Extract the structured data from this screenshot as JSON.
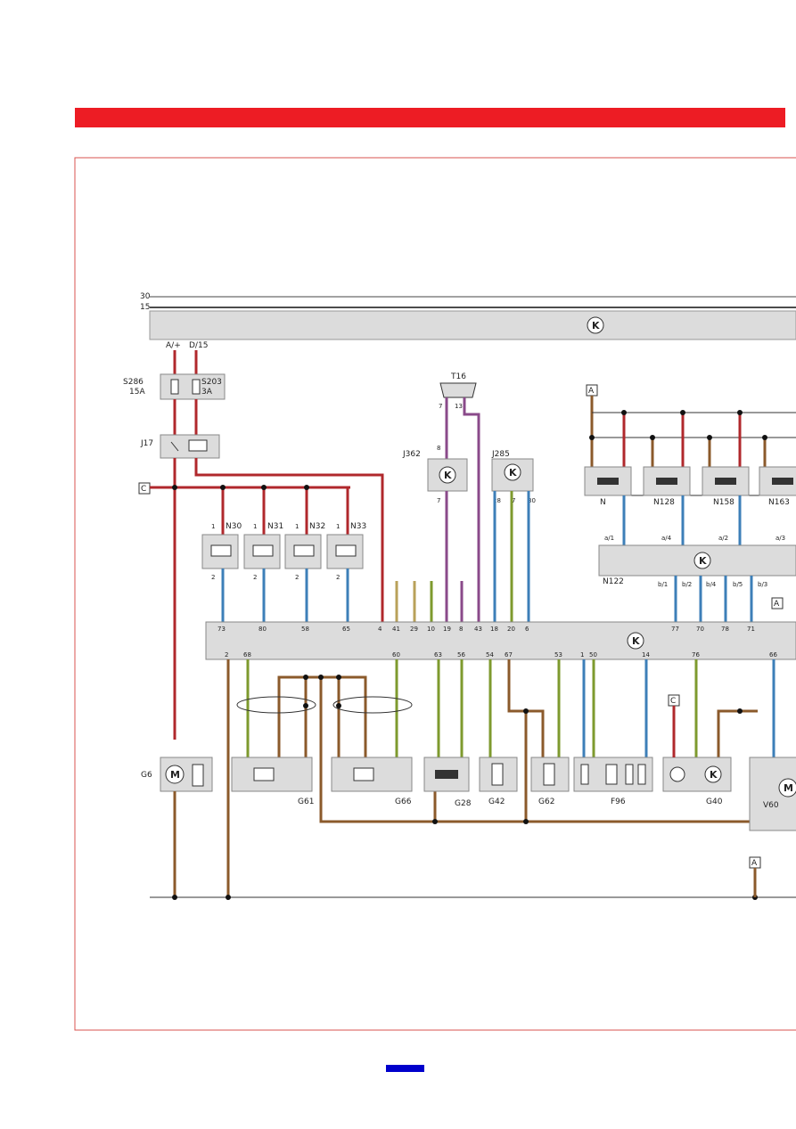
{
  "colors": {
    "header_bar": "#ed1c24",
    "frame": "#d9534f",
    "page_badge": "#0000cc",
    "wire_red": "#b0282c",
    "wire_brown": "#8b5a2b",
    "wire_blue": "#3d7fb8",
    "wire_green": "#7e9a2e",
    "wire_violet": "#8a4a8a",
    "wire_olive": "#b9a15a",
    "component_fill": "#dcdcdc"
  },
  "diagram": {
    "rail_30": "30",
    "rail_15": "15",
    "k_symbol": "K",
    "supply_a": "A/+",
    "supply_d": "D/15",
    "fuse_1": "S286",
    "fuse_1_rating": "15A",
    "fuse_2": "S203",
    "fuse_2_rating": "3A",
    "relay": "J17",
    "connector_c": "C",
    "connector_a": "A",
    "diag_plug": "T16",
    "unit_j362": "J362",
    "unit_j285": "J285",
    "injectors": [
      "N30",
      "N31",
      "N32",
      "N33"
    ],
    "injector_pins_top": [
      "1",
      "1",
      "1",
      "1"
    ],
    "injector_pins_bottom": [
      "2",
      "2",
      "2",
      "2"
    ],
    "coil_unit": "N122",
    "coils": [
      "N",
      "N128",
      "N158",
      "N163"
    ],
    "ecu_top_pins": [
      "73",
      "80",
      "58",
      "65",
      "4",
      "41",
      "29",
      "10",
      "19",
      "8",
      "43",
      "18",
      "20",
      "6",
      "77",
      "70",
      "78",
      "71"
    ],
    "ecu_bottom_pins": [
      "2",
      "68",
      "60",
      "63",
      "56",
      "54",
      "67",
      "53",
      "1",
      "50",
      "14",
      "76",
      "66"
    ],
    "coil_output_pins": [
      "a/1",
      "a/4",
      "a/2",
      "a/3"
    ],
    "coil_input_pins": [
      "b/1",
      "b/2",
      "b/4",
      "b/5",
      "b/3"
    ],
    "sensors": [
      "G6",
      "G61",
      "G66",
      "G28",
      "G42",
      "G62",
      "F96",
      "G40",
      "V60"
    ],
    "plug_pins": [
      "7",
      "13"
    ],
    "j362_pins": [
      "8",
      "7"
    ],
    "j285_pins": [
      "28",
      "7",
      "30"
    ]
  },
  "footer": {
    "page_badge": ""
  }
}
